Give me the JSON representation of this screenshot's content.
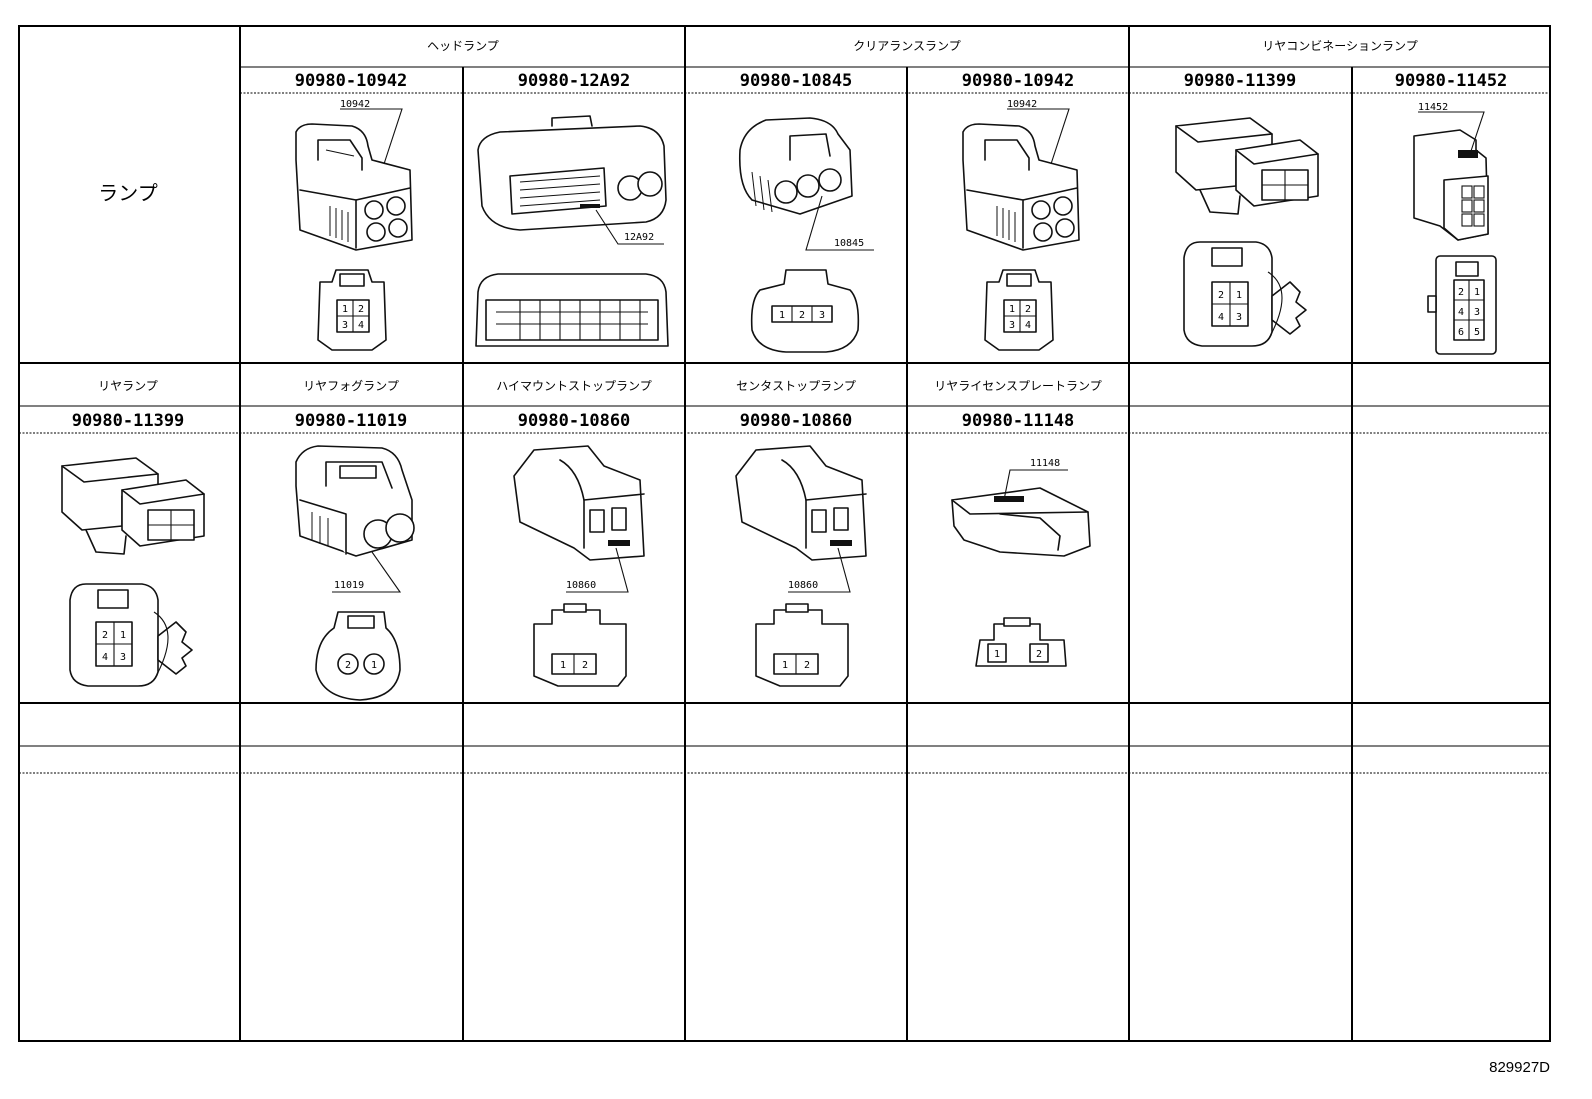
{
  "row1": {
    "label": "ランプ",
    "groups": [
      "ヘッドランプ",
      "クリアランスランプ",
      "リヤコンビネーションランプ"
    ],
    "parts": [
      "90980-10942",
      "90980-12A92",
      "90980-10845",
      "90980-10942",
      "90980-11399",
      "90980-11452"
    ],
    "callouts": [
      "10942",
      "12A92",
      "10845",
      "10942",
      "11452"
    ]
  },
  "row2": {
    "categories": [
      "リヤランプ",
      "リヤフォグランプ",
      "ハイマウントストップランプ",
      "センタストップランプ",
      "リヤライセンスプレートランプ"
    ],
    "parts": [
      "90980-11399",
      "90980-11019",
      "90980-10860",
      "90980-10860",
      "90980-11148"
    ],
    "callouts": [
      "11019",
      "10860",
      "10860",
      "11148"
    ]
  },
  "pins": {
    "p4": [
      "1",
      "2",
      "3",
      "4"
    ],
    "p3": [
      "1",
      "2",
      "3"
    ],
    "p4b": [
      "2",
      "1",
      "4",
      "3"
    ],
    "p6": [
      "2",
      "1",
      "4",
      "3",
      "6",
      "5"
    ],
    "p2": [
      "1",
      "2"
    ],
    "p2b": [
      "2",
      "1"
    ]
  },
  "drawing_id": "829927D"
}
